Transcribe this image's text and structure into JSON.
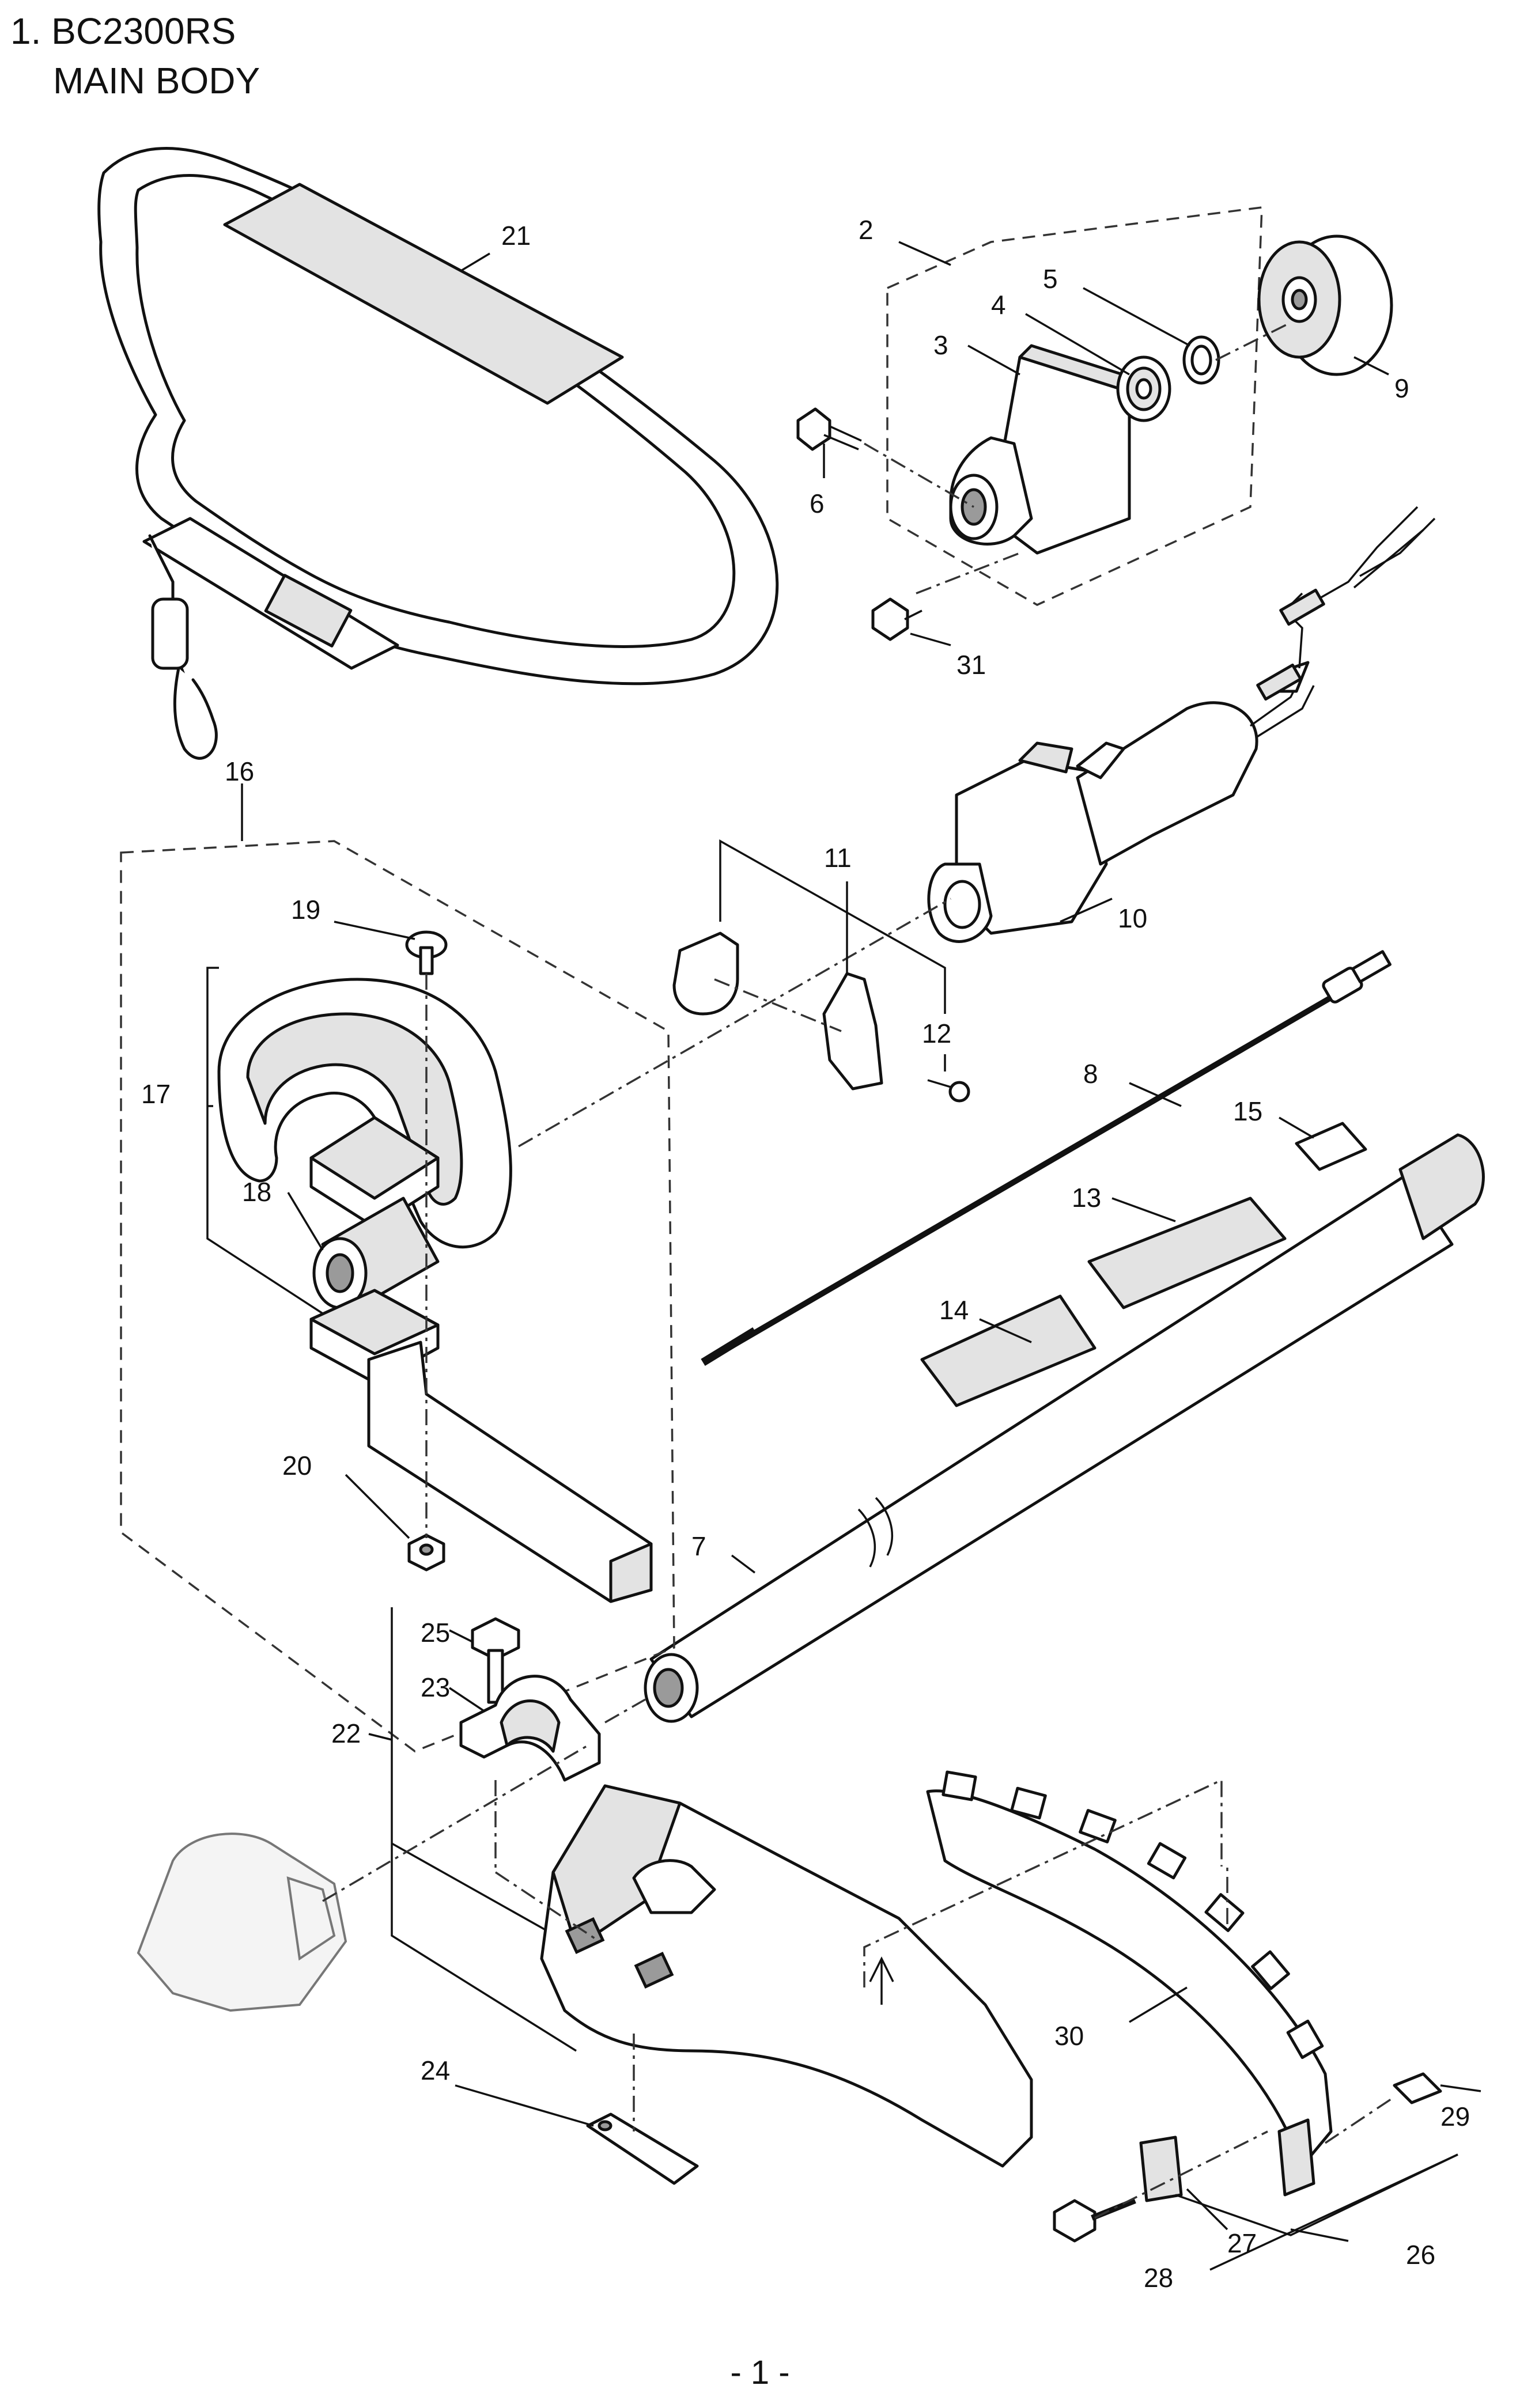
{
  "header": {
    "line1": "1. BC2300RS",
    "line2": "MAIN BODY"
  },
  "footer": {
    "page": "- 1 -"
  },
  "callouts": [
    "2",
    "3",
    "4",
    "5",
    "6",
    "7",
    "8",
    "9",
    "10",
    "11",
    "12",
    "13",
    "14",
    "15",
    "16",
    "17",
    "18",
    "19",
    "20",
    "21",
    "22",
    "23",
    "24",
    "25",
    "26",
    "27",
    "28",
    "29",
    "30",
    "31"
  ]
}
